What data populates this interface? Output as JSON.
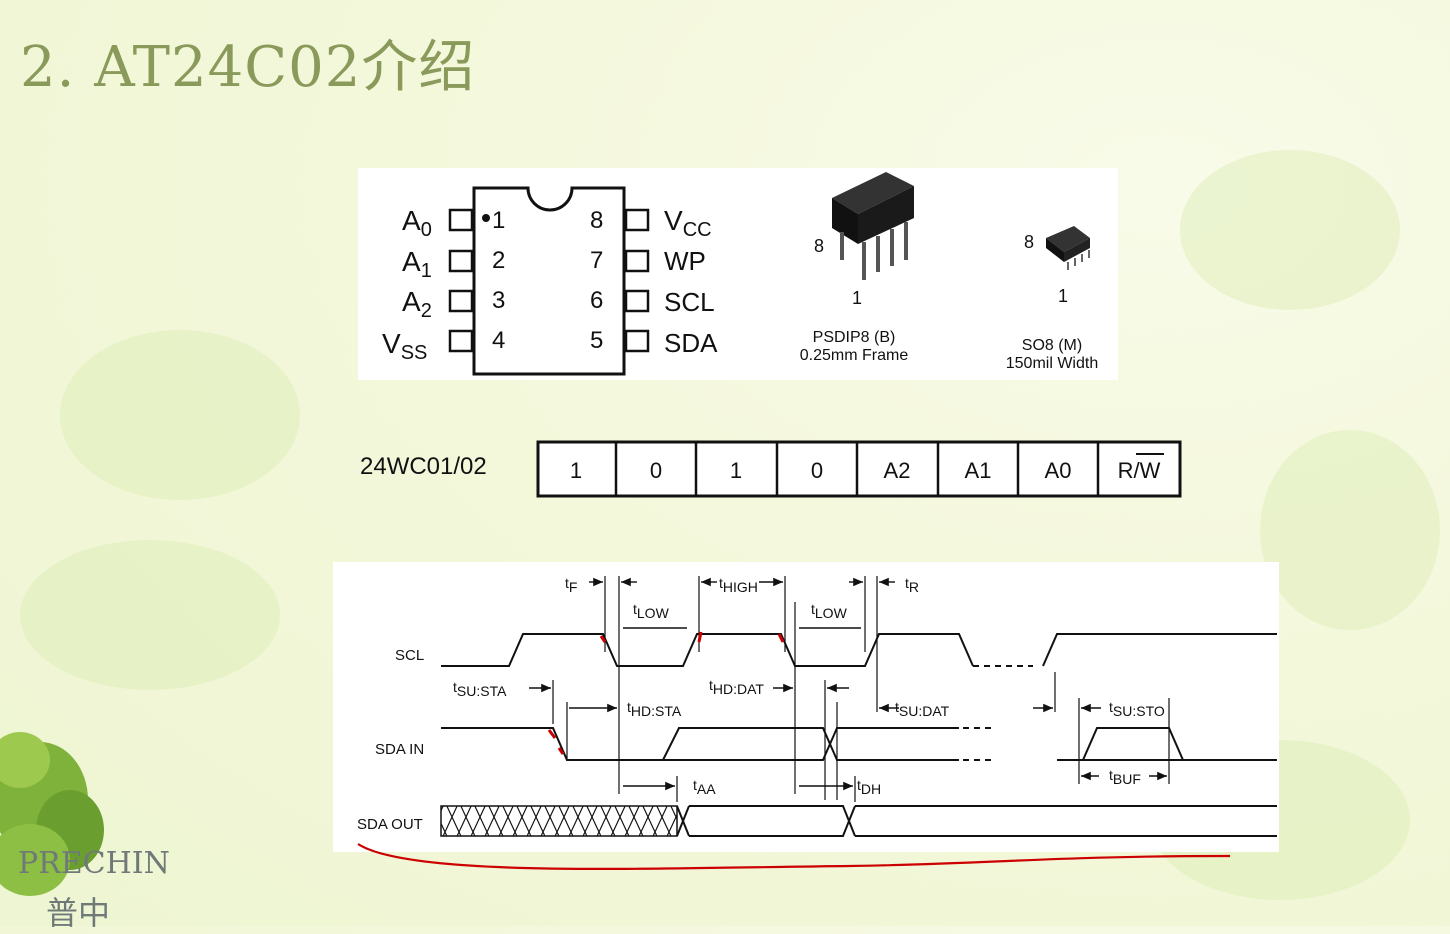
{
  "slide": {
    "title": "2. AT24C02介绍"
  },
  "pinout": {
    "left_pins": [
      {
        "name": "A",
        "sub": "0",
        "num": "1"
      },
      {
        "name": "A",
        "sub": "1",
        "num": "2"
      },
      {
        "name": "A",
        "sub": "2",
        "num": "3"
      },
      {
        "name": "V",
        "sub": "SS",
        "num": "4"
      }
    ],
    "right_pins": [
      {
        "name": "V",
        "sub": "CC",
        "num": "8"
      },
      {
        "name": "WP",
        "sub": "",
        "num": "7"
      },
      {
        "name": "SCL",
        "sub": "",
        "num": "6"
      },
      {
        "name": "SDA",
        "sub": "",
        "num": "5"
      }
    ],
    "dip": {
      "pin8": "8",
      "pin1": "1",
      "name": "PSDIP8  (B)",
      "desc": "0.25mm Frame"
    },
    "so": {
      "pin8": "8",
      "pin1": "1",
      "name": "SO8  (M)",
      "desc": "150mil Width"
    }
  },
  "address": {
    "label": "24WC01/02",
    "bits": [
      "1",
      "0",
      "1",
      "0",
      "A2",
      "A1",
      "A0",
      "R/W"
    ]
  },
  "timing": {
    "signals": [
      "SCL",
      "SDA IN",
      "SDA OUT"
    ],
    "labels": {
      "tf": {
        "t": "t",
        "s": "F"
      },
      "thigh": {
        "t": "t",
        "s": "HIGH"
      },
      "tr": {
        "t": "t",
        "s": "R"
      },
      "tlow1": {
        "t": "t",
        "s": "LOW"
      },
      "tlow2": {
        "t": "t",
        "s": "LOW"
      },
      "tsusta": {
        "t": "t",
        "s": "SU:STA"
      },
      "thdsta": {
        "t": "t",
        "s": "HD:STA"
      },
      "thddat": {
        "t": "t",
        "s": "HD:DAT"
      },
      "tsudat": {
        "t": "t",
        "s": "SU:DAT"
      },
      "tsusto": {
        "t": "t",
        "s": "SU:STO"
      },
      "tbuf": {
        "t": "t",
        "s": "BUF"
      },
      "taa": {
        "t": "t",
        "s": "AA"
      },
      "tdh": {
        "t": "t",
        "s": "DH"
      }
    }
  },
  "brand": {
    "name": "PRECHIN",
    "cn": "普中"
  },
  "colors": {
    "title": "#8a9a5b",
    "annotation": "#cc0000"
  }
}
